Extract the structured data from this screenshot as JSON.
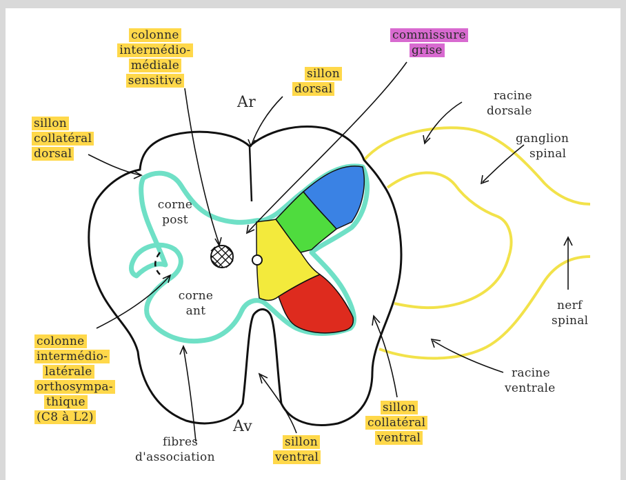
{
  "colors": {
    "highlight_yellow": "#ffd84a",
    "highlight_magenta": "#d86ad0",
    "outline": "#111111",
    "grey_border": "#6fe0c6",
    "nerve_yellow": "#f2e24a",
    "tract_blue": "#3a82e4",
    "tract_green": "#4fdc3e",
    "tract_yellow": "#f3ea3c",
    "tract_red": "#de2b1e"
  },
  "labels": {
    "col_medial": [
      "colonne",
      "intermédio-",
      "médiale",
      "sensitive"
    ],
    "sillon_dorsal": [
      "sillon",
      "dorsal"
    ],
    "commissure": [
      "commissure",
      "grise"
    ],
    "racine_dorsale": [
      "racine",
      "dorsale"
    ],
    "ganglion": [
      "ganglion",
      "spinal"
    ],
    "sillon_coll_dorsal": [
      "sillon",
      "collatéral",
      "dorsal"
    ],
    "ar": "Ar",
    "av": "Av",
    "corne_post": [
      "corne",
      "post"
    ],
    "corne_ant": [
      "corne",
      "ant"
    ],
    "col_laterale": [
      "colonne",
      "intermédio-",
      "latérale",
      "orthosympa-",
      "thique",
      "(C8 à L2)"
    ],
    "nerf": [
      "nerf",
      "spinal"
    ],
    "racine_ventrale": [
      "racine",
      "ventrale"
    ],
    "fibres": [
      "fibres",
      "d'association"
    ],
    "sillon_ventral": [
      "sillon",
      "ventral"
    ],
    "sillon_coll_ventral": [
      "sillon",
      "collatéral",
      "ventral"
    ]
  }
}
